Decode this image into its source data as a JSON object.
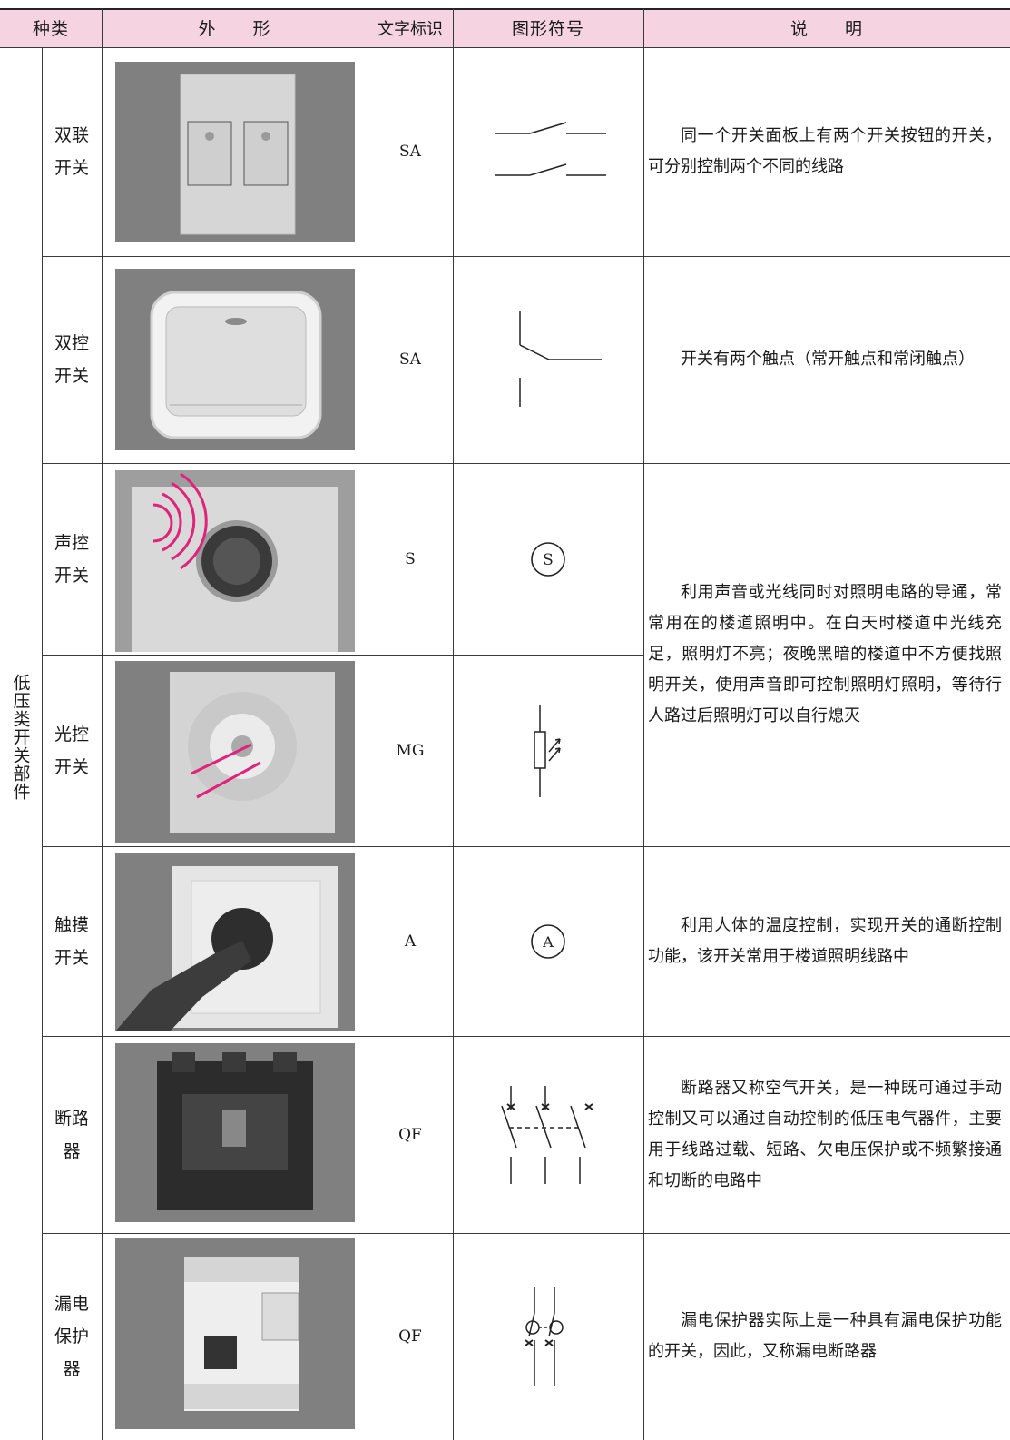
{
  "header": {
    "col_category": "种类",
    "col_appearance": "外　　形",
    "col_code": "文字标识",
    "col_symbol": "图形符号",
    "col_description": "说　　明"
  },
  "category": "低压类开关部件",
  "rows": [
    {
      "name": "双联开关",
      "code": "SA",
      "description": "同一个开关面板上有两个开关按钮的开关，可分别控制两个不同的线路"
    },
    {
      "name": "双控开关",
      "code": "SA",
      "description": "开关有两个触点（常开触点和常闭触点）"
    },
    {
      "name": "声控开关",
      "code": "S"
    },
    {
      "name": "光控开关",
      "code": "MG"
    },
    {
      "name": "触摸开关",
      "code": "A",
      "description": "利用人体的温度控制，实现开关的通断控制功能，该开关常用于楼道照明线路中"
    },
    {
      "name": "断路器",
      "code": "QF",
      "description": "断路器又称空气开关，是一种既可通过手动控制又可以通过自动控制的低压电气器件，主要用于线路过载、短路、欠电压保护或不频繁接通和切断的电路中"
    },
    {
      "name": "漏电保护器",
      "code": "QF",
      "description": "漏电保护器实际上是一种具有漏电保护功能的开关，因此，又称漏电断路器"
    }
  ],
  "shared_description": "利用声音或光线同时对照明电路的导通，常常用在的楼道照明中。在白天时楼道中光线充足，照明灯不亮；夜晚黑暗的楼道中不方便找照明开关，使用声音即可控制照明灯照明，等待行人路过后照明灯可以自行熄灭",
  "symbol_letters": {
    "sound": "S",
    "touch": "A"
  },
  "colors": {
    "header_bg": "#f6d3e0",
    "photo_bg": "#808080",
    "accent_pink": "#e0237a"
  }
}
